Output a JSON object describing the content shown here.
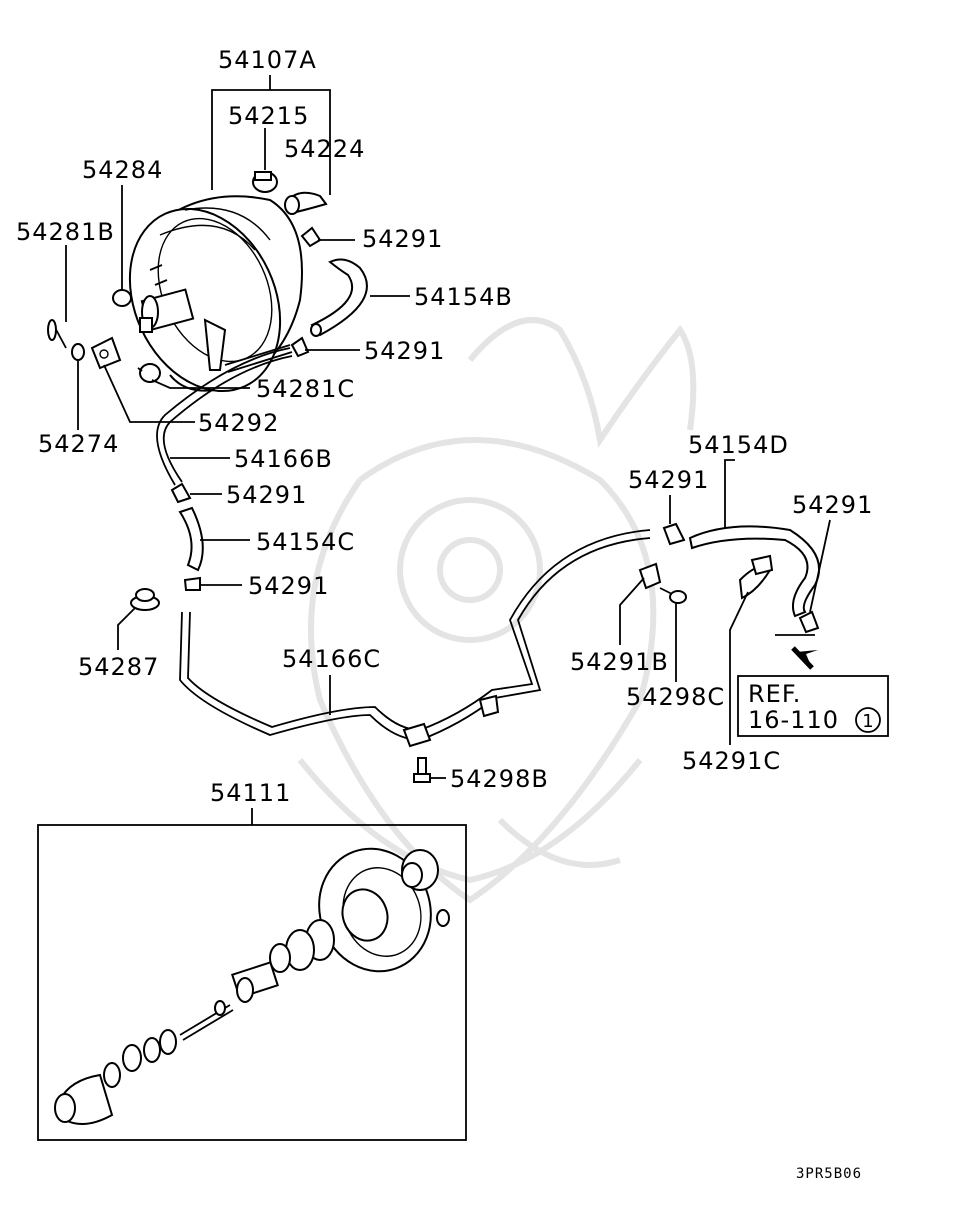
{
  "labels": {
    "p54107A": "54107A",
    "p54215": "54215",
    "p54224": "54224",
    "p54284": "54284",
    "p54281B": "54281B",
    "p54291_a": "54291",
    "p54154B": "54154B",
    "p54291_b": "54291",
    "p54281C": "54281C",
    "p54292": "54292",
    "p54274": "54274",
    "p54166B": "54166B",
    "p54291_c": "54291",
    "p54154C": "54154C",
    "p54291_d": "54291",
    "p54287": "54287",
    "p54166C": "54166C",
    "p54154D": "54154D",
    "p54291_e": "54291",
    "p54291_f": "54291",
    "p54291B": "54291B",
    "p54298C": "54298C",
    "p54291C": "54291C",
    "p54298B": "54298B",
    "p54111": "54111"
  },
  "ref_box": {
    "line1": "REF.",
    "line2": "16-110",
    "circle_num": "1"
  },
  "diagram_code": "3PR5B06"
}
